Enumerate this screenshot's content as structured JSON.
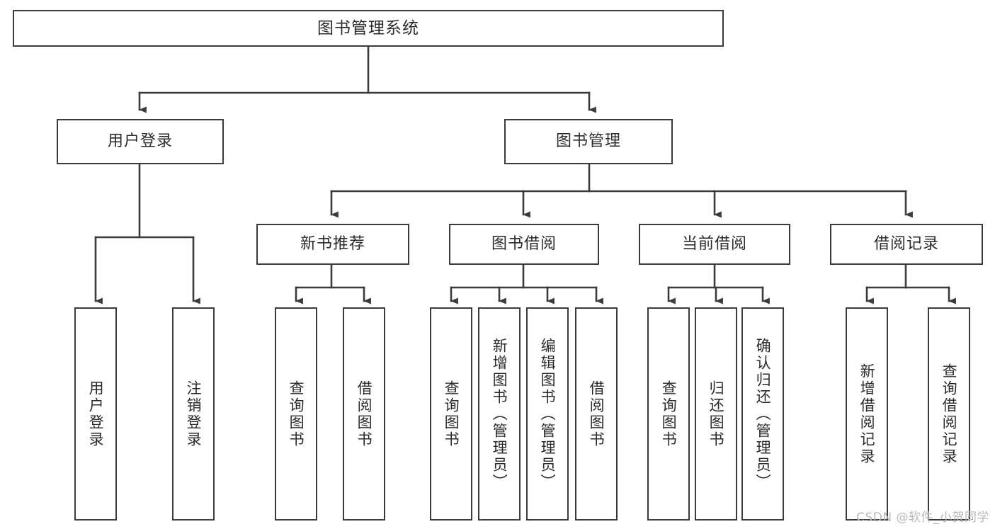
{
  "diagram": {
    "type": "tree",
    "title": "图书管理系统",
    "colors": {
      "border": "#3b3b3b",
      "text": "#2b2b2b",
      "background": "#ffffff",
      "wire": "#3b3b3b",
      "watermark": "#b9b9b9"
    },
    "root": {
      "label": "图书管理系统"
    },
    "level2": [
      {
        "label": "用户登录"
      },
      {
        "label": "图书管理"
      }
    ],
    "level3": [
      {
        "label": "新书推荐"
      },
      {
        "label": "图书借阅"
      },
      {
        "label": "当前借阅"
      },
      {
        "label": "借阅记录"
      }
    ],
    "leaves": {
      "user_login": [
        {
          "label": "用户登录"
        },
        {
          "label": "注销登录"
        }
      ],
      "new_book": [
        {
          "label": "查询图书"
        },
        {
          "label": "借阅图书"
        }
      ],
      "book_borrow": [
        {
          "label": "查询图书"
        },
        {
          "label": "新增图书（管理员）"
        },
        {
          "label": "编辑图书（管理员）"
        },
        {
          "label": "借阅图书"
        }
      ],
      "current_borrow": [
        {
          "label": "查询图书"
        },
        {
          "label": "归还图书"
        },
        {
          "label": "确认归还（管理员）"
        }
      ],
      "borrow_record": [
        {
          "label": "新增借阅记录"
        },
        {
          "label": "查询借阅记录"
        }
      ]
    },
    "watermark": "CSDN @软件_小贺同学"
  }
}
